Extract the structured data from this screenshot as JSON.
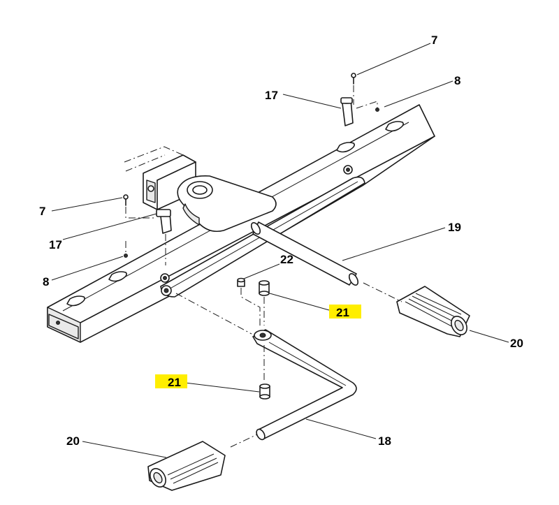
{
  "callouts": {
    "c7_top": "7",
    "c8_top": "8",
    "c17_top": "17",
    "c7_left": "7",
    "c17_left": "17",
    "c8_left": "8",
    "c19": "19",
    "c22": "22",
    "c21_upper": "21",
    "c20_right": "20",
    "c21_lower": "21",
    "c20_left": "20",
    "c18": "18"
  },
  "colors": {
    "highlight": "#ffee00",
    "line": "#1a1a1a"
  }
}
